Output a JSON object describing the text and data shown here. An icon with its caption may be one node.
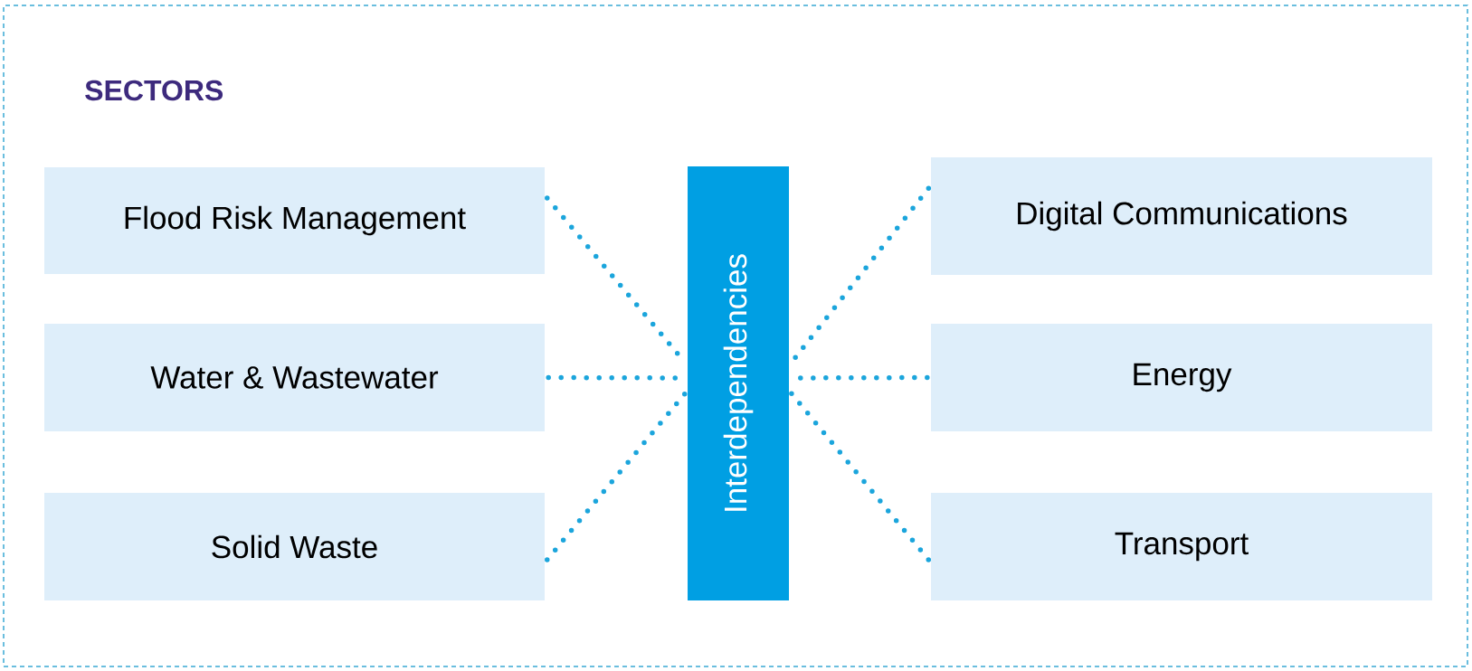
{
  "diagram": {
    "nodes": [
      {
        "text": [
          "SECTORS"
        ]
      },
      {
        "text": [
          "Flood Risk Management"
        ],
        "in": 0
      },
      {
        "text": [
          "Water & Wastewater"
        ],
        "in": 0
      },
      {
        "text": [
          "Solid Waste"
        ],
        "in": 0
      },
      {
        "text": [
          "Interdependencies"
        ],
        "in": 0
      },
      {
        "text": [
          "Digital Communications"
        ],
        "in": 0
      },
      {
        "text": [
          "Energy"
        ],
        "in": 0
      },
      {
        "text": [
          "Transport"
        ],
        "in": 0
      }
    ],
    "edges": [
      {
        "from": 1,
        "to": 4,
        "arrow": "none"
      },
      {
        "from": 2,
        "to": 4,
        "arrow": "none"
      },
      {
        "from": 3,
        "to": 4,
        "arrow": "none"
      },
      {
        "from": 5,
        "to": 4,
        "arrow": "none"
      },
      {
        "from": 6,
        "to": 4,
        "arrow": "none"
      },
      {
        "from": 7,
        "to": 4,
        "arrow": "none"
      }
    ]
  }
}
